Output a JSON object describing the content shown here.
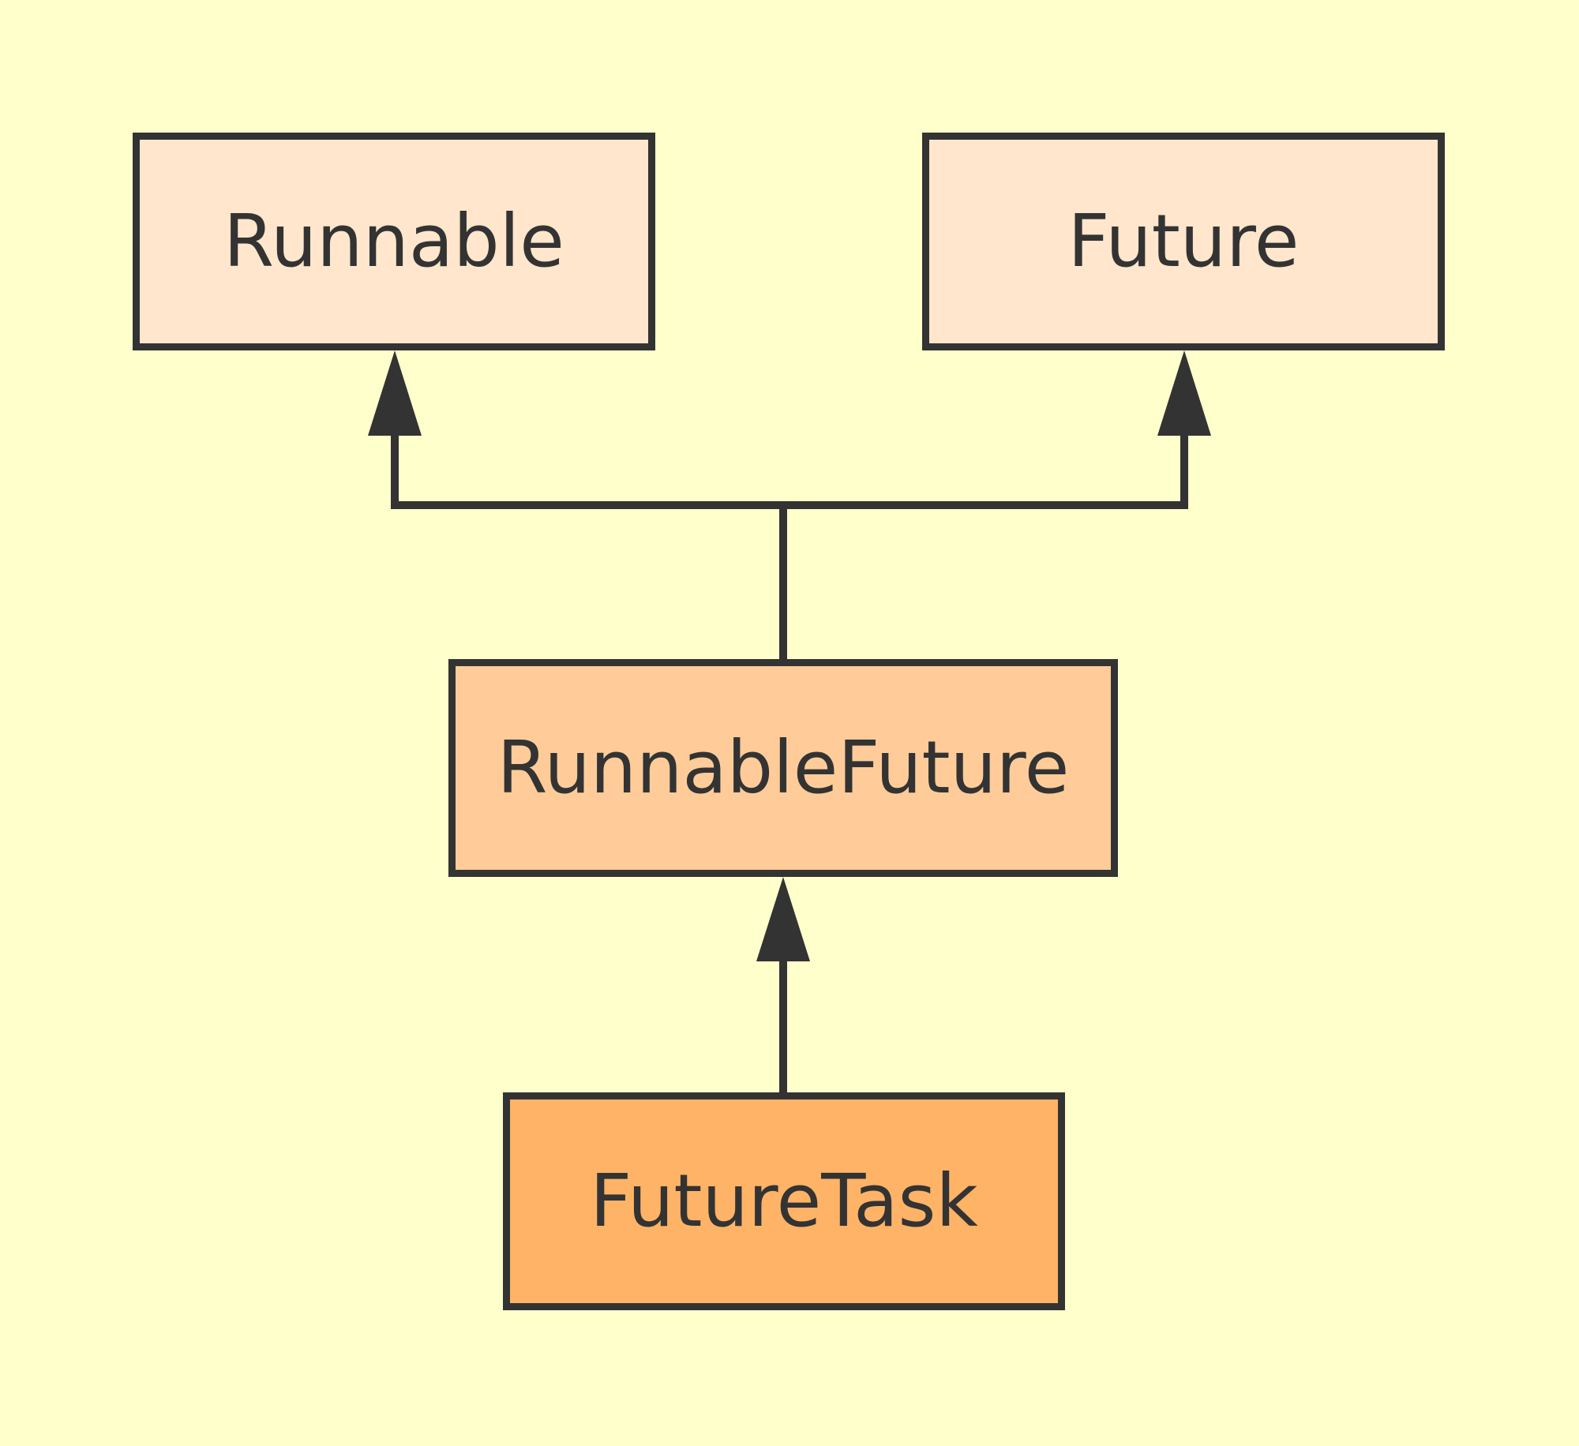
{
  "colors": {
    "background": "#FFFFCC",
    "stroke": "#333333",
    "text": "#333333"
  },
  "nodes": {
    "runnable": {
      "label": "Runnable",
      "fill": "#FFE6CC"
    },
    "future": {
      "label": "Future",
      "fill": "#FFE6CC"
    },
    "runnable_future": {
      "label": "RunnableFuture",
      "fill": "#FFCC99"
    },
    "future_task": {
      "label": "FutureTask",
      "fill": "#FFB366"
    }
  },
  "edges": [
    {
      "from": "RunnableFuture",
      "to": "Runnable",
      "arrowhead": "filled-triangle"
    },
    {
      "from": "RunnableFuture",
      "to": "Future",
      "arrowhead": "filled-triangle"
    },
    {
      "from": "FutureTask",
      "to": "RunnableFuture",
      "arrowhead": "filled-triangle"
    }
  ]
}
